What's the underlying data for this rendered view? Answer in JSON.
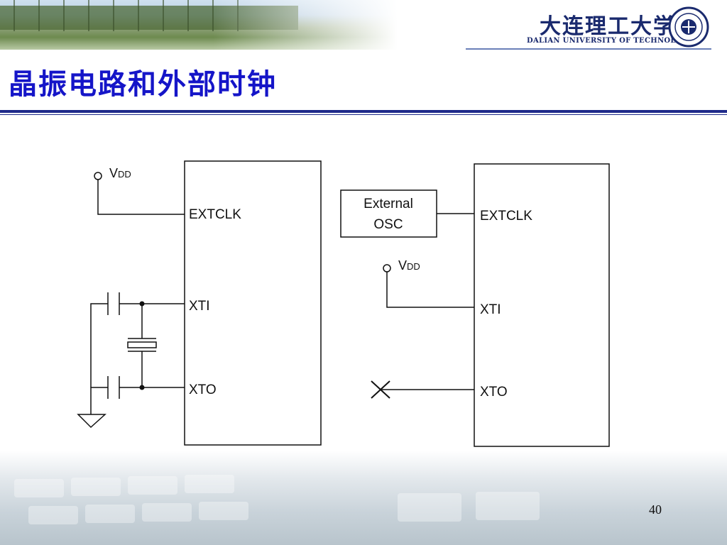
{
  "header": {
    "university_cn": "大连理工大学",
    "university_en": "DALIAN UNIVERSITY OF TECHNOLOGY"
  },
  "slide": {
    "title": "晶振电路和外部时钟",
    "page_number": "40"
  },
  "diagram": {
    "left_circuit": {
      "supply_label": "V",
      "supply_sub": "DD",
      "pins": [
        "EXTCLK",
        "XTI",
        "XTO"
      ]
    },
    "right_circuit": {
      "oscillator_line1": "External",
      "oscillator_line2": "OSC",
      "supply_label": "V",
      "supply_sub": "DD",
      "pins": [
        "EXTCLK",
        "XTI",
        "XTO"
      ]
    }
  }
}
